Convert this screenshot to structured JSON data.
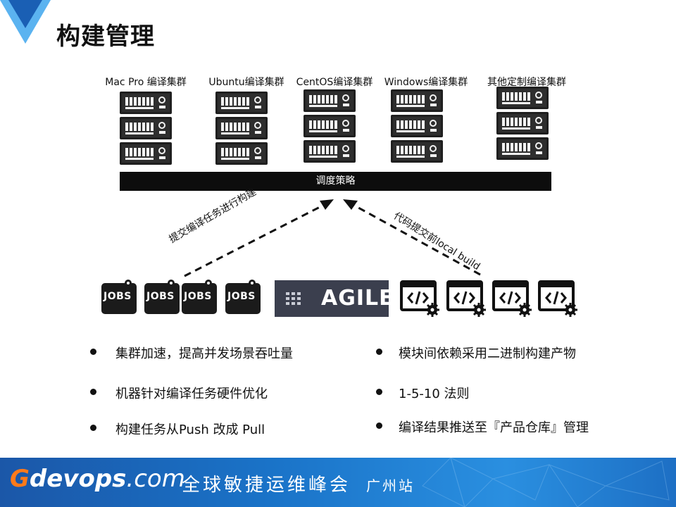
{
  "title": "构建管理",
  "clusters": [
    {
      "label": "Mac Pro 编译集群"
    },
    {
      "label": "Ubuntu编译集群"
    },
    {
      "label": "CentOS编译集群"
    },
    {
      "label": "Windows编译集群"
    },
    {
      "label": "其他定制编译集群"
    }
  ],
  "scheduler": "调度策略",
  "left_arrow_label": "提交编译任务进行构建",
  "right_arrow_label": "代码提交前local build",
  "jobs_label": "JOBS",
  "agile_label": "AGILE",
  "bullets_left": [
    "集群加速，提高并发场景吞吐量",
    "机器针对编译任务硬件优化",
    "构建任务从Push 改成 Pull"
  ],
  "bullets_right": [
    "模块间依赖采用二进制构建产物",
    "1-5-10 法则",
    "编译结果推送至『产品仓库』管理"
  ],
  "footer": {
    "brand_g": "G",
    "brand_rest": "devops",
    "brand_com": ".com",
    "conference": "全球敏捷运维峰会",
    "city": "广州站"
  },
  "colors": {
    "logo_light": "#5bb3f0",
    "logo_dark": "#1a5fb4",
    "rack": "#222222",
    "agile_bg": "#3b3f4e",
    "footer": "#1a73c8",
    "brand_accent": "#ff7a1a"
  }
}
